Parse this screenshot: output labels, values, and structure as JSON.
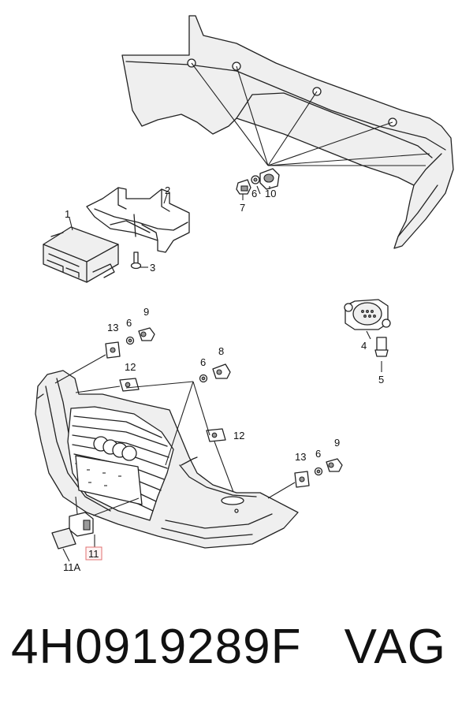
{
  "callouts": {
    "c1": "1",
    "c2": "2",
    "c3": "3",
    "c4": "4",
    "c5": "5",
    "c6a": "6",
    "c6b": "6",
    "c6c": "6",
    "c7": "7",
    "c8": "8",
    "c9a": "9",
    "c9b": "9",
    "c10": "10",
    "c11": "11",
    "c11a": "11A",
    "c12a": "12",
    "c12b": "12",
    "c13a": "13",
    "c13b": "13"
  },
  "footer": {
    "part_number": "4H0919289F",
    "brand": "VAG"
  }
}
